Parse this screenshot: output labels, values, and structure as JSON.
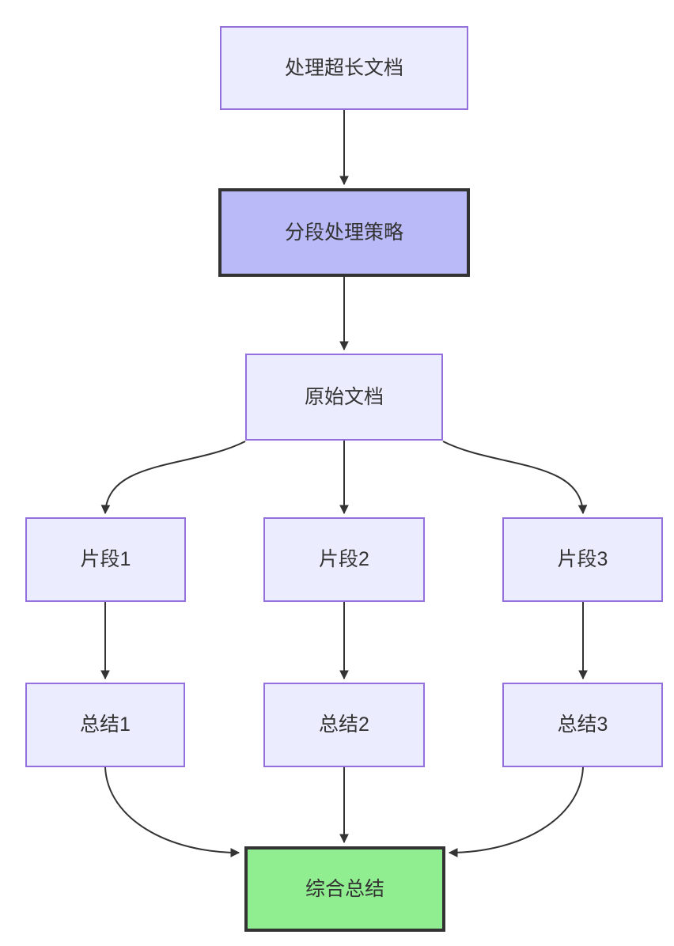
{
  "diagram": {
    "type": "flowchart",
    "direction": "top-down",
    "nodes": {
      "start": {
        "label": "处理超长文档",
        "style": "default"
      },
      "strategy": {
        "label": "分段处理策略",
        "style": "highlight"
      },
      "original": {
        "label": "原始文档",
        "style": "default"
      },
      "fragment1": {
        "label": "片段1",
        "style": "default"
      },
      "fragment2": {
        "label": "片段2",
        "style": "default"
      },
      "fragment3": {
        "label": "片段3",
        "style": "default"
      },
      "summary1": {
        "label": "总结1",
        "style": "default"
      },
      "summary2": {
        "label": "总结2",
        "style": "default"
      },
      "summary3": {
        "label": "总结3",
        "style": "default"
      },
      "final": {
        "label": "综合总结",
        "style": "success"
      }
    },
    "edges": [
      {
        "from": "start",
        "to": "strategy"
      },
      {
        "from": "strategy",
        "to": "original"
      },
      {
        "from": "original",
        "to": "fragment1"
      },
      {
        "from": "original",
        "to": "fragment2"
      },
      {
        "from": "original",
        "to": "fragment3"
      },
      {
        "from": "fragment1",
        "to": "summary1"
      },
      {
        "from": "fragment2",
        "to": "summary2"
      },
      {
        "from": "fragment3",
        "to": "summary3"
      },
      {
        "from": "summary1",
        "to": "final"
      },
      {
        "from": "summary2",
        "to": "final"
      },
      {
        "from": "summary3",
        "to": "final"
      }
    ],
    "colors": {
      "node_fill": "#ECECFF",
      "node_border": "#9370DB",
      "strategy_fill": "#BABAF8",
      "strategy_border": "#333333",
      "final_fill": "#90EE90",
      "final_border": "#333333",
      "edge": "#333333",
      "text": "#333333",
      "background": "#FFFFFF"
    }
  }
}
